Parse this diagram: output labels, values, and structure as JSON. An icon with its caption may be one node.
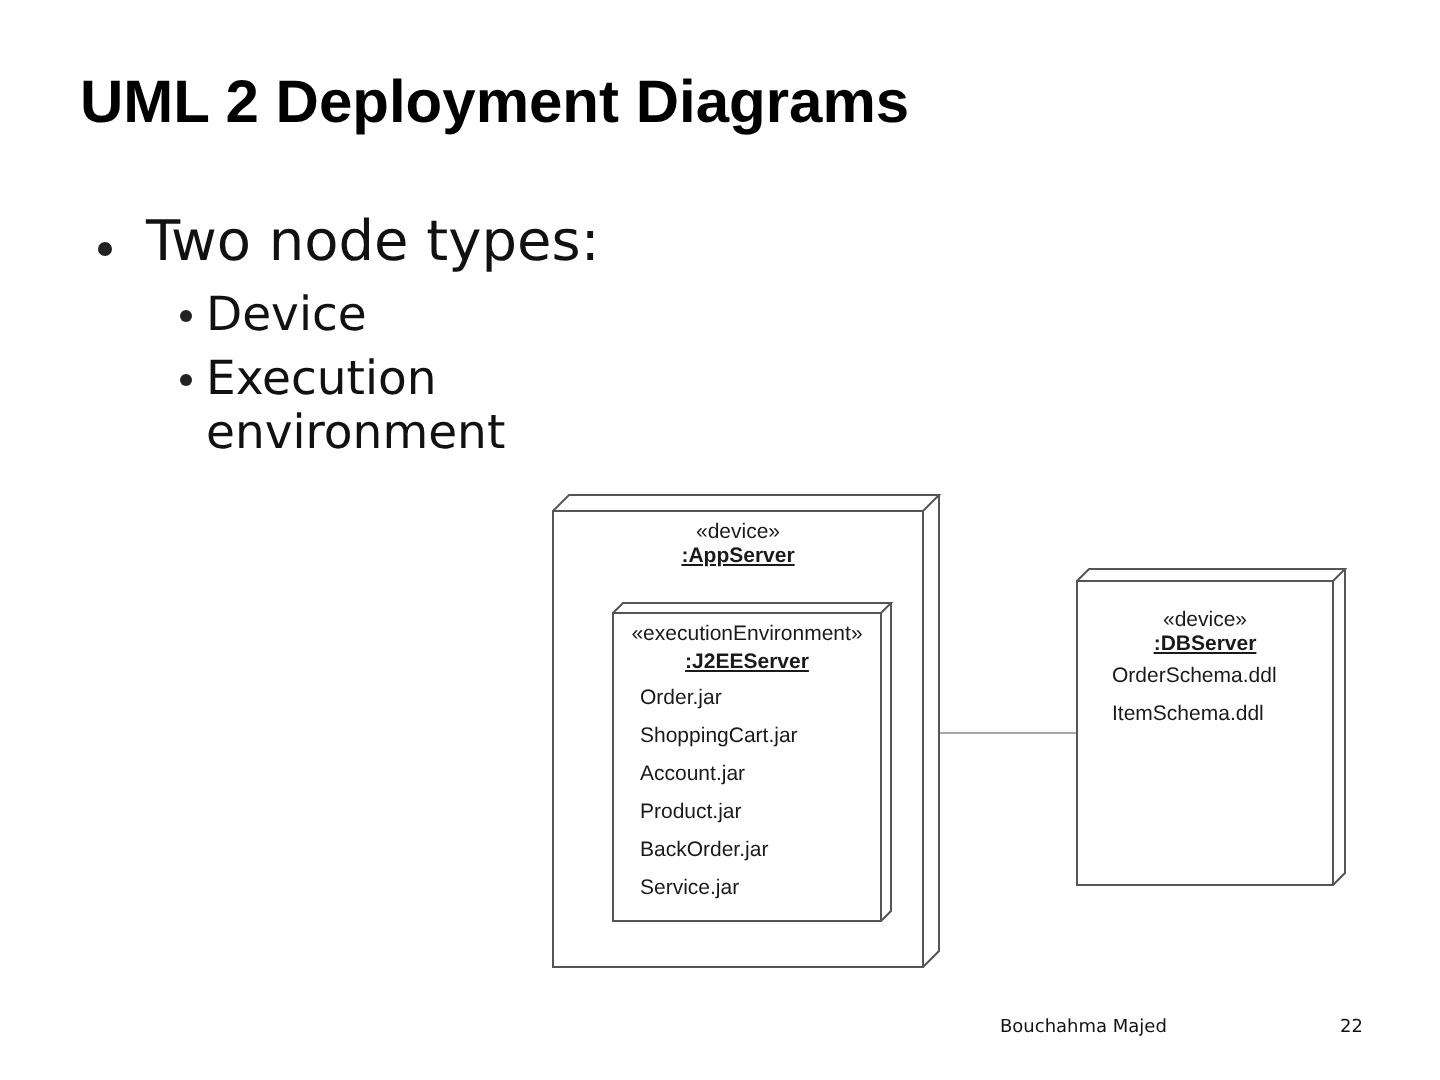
{
  "diagram": {
    "title": "UML 2 Deployment Diagrams",
    "nodes": [
      {
        "text": [
          "«device»",
          ":AppServer"
        ]
      },
      {
        "text": [
          "«executionEnvironment»",
          ":J2EEServer",
          "Order.jar",
          "ShoppingCart.jar",
          "Account.jar",
          "Product.jar",
          "BackOrder.jar",
          "Service.jar"
        ],
        "in": 0
      },
      {
        "text": [
          "«device»",
          ":DBServer",
          "OrderSchema.ddl",
          "ItemSchema.ddl"
        ]
      }
    ],
    "edges": [
      {
        "from": 0,
        "to": 2,
        "arrow": "none"
      }
    ],
    "labels": [
      "Two node types:",
      "Device",
      "Execution environment",
      "Bouchahma Majed",
      "22"
    ]
  }
}
